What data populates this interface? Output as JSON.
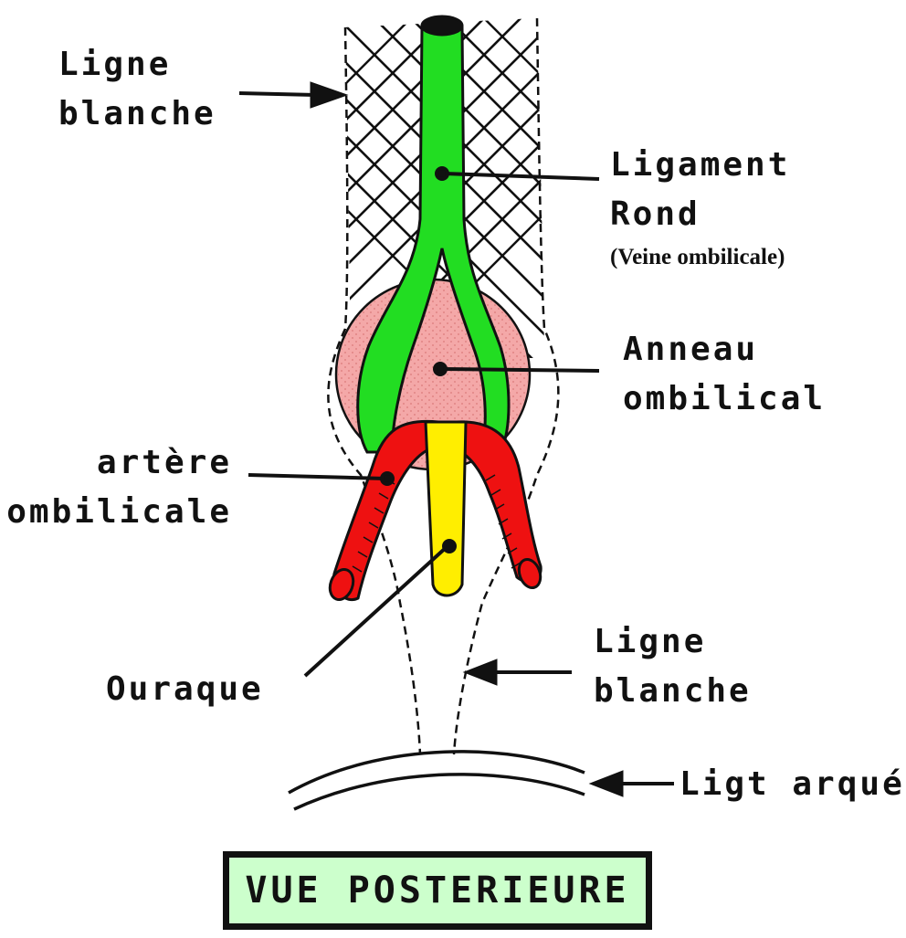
{
  "labels": {
    "ligne_blanche_top": {
      "line1": "Ligne",
      "line2": "blanche"
    },
    "ligament_rond": {
      "line1": "Ligament",
      "line2": "Rond",
      "sub": "(Veine ombilicale)"
    },
    "anneau_ombilical": {
      "line1": "Anneau",
      "line2": "ombilical"
    },
    "artere_ombilicale": {
      "line1": "artère",
      "line2": "ombilicale"
    },
    "ouraque": "Ouraque",
    "ligne_blanche_bottom": {
      "line1": "Ligne",
      "line2": "blanche"
    },
    "ligt_arque": "Ligt arqué"
  },
  "title": "VUE POSTERIEURE",
  "colors": {
    "vein": "#22dd22",
    "ring": "#f4a8a8",
    "artery": "#ee1111",
    "urachus": "#ffee00",
    "title_bg": "#ccffcc",
    "outline": "#111111"
  }
}
